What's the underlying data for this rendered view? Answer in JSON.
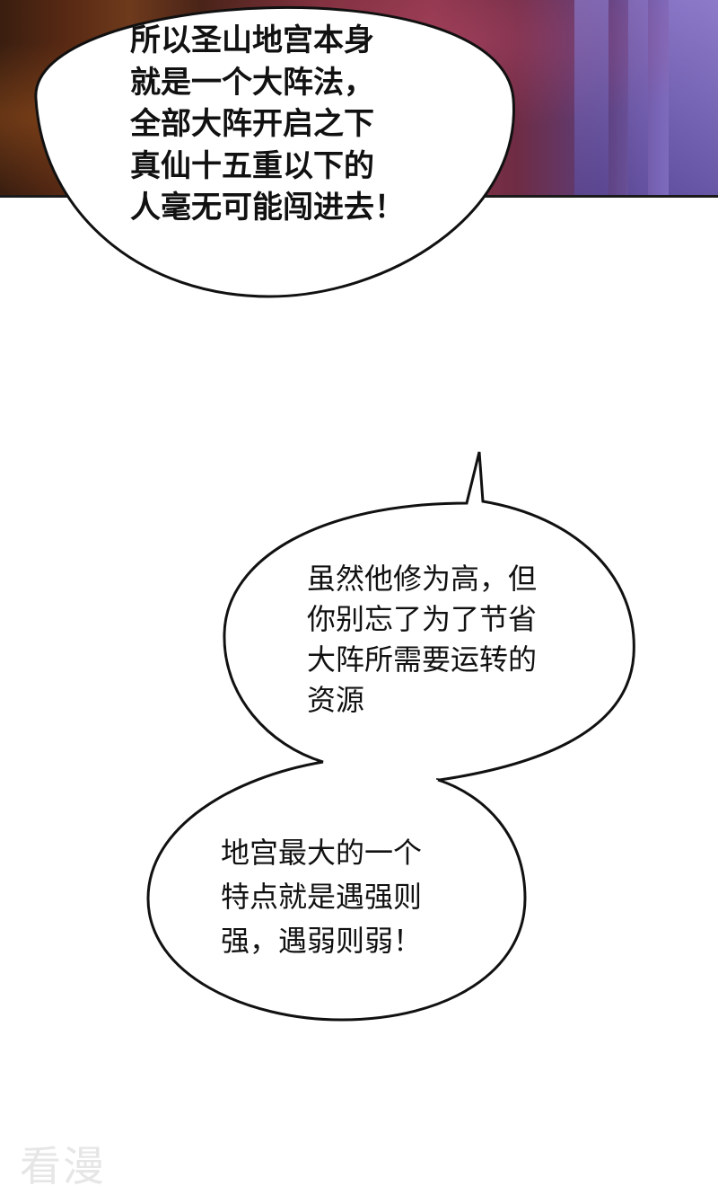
{
  "bubbles": {
    "first": "所以圣山地宫本身\n就是一个大阵法，\n全部大阵开启之下\n真仙十五重以下的\n人毫无可能闯进去！",
    "second": "虽然他修为高，但\n你别忘了为了节省\n大阵所需要运转的\n资源",
    "third": "地宫最大的一个\n特点就是遇强则\n强，遇弱则弱！"
  },
  "watermark": "看漫",
  "colors": {
    "page_background": "#ffffff",
    "bubble_fill": "#ffffff",
    "bubble_outline": "#111111",
    "watermark": "#e6e6e6"
  }
}
